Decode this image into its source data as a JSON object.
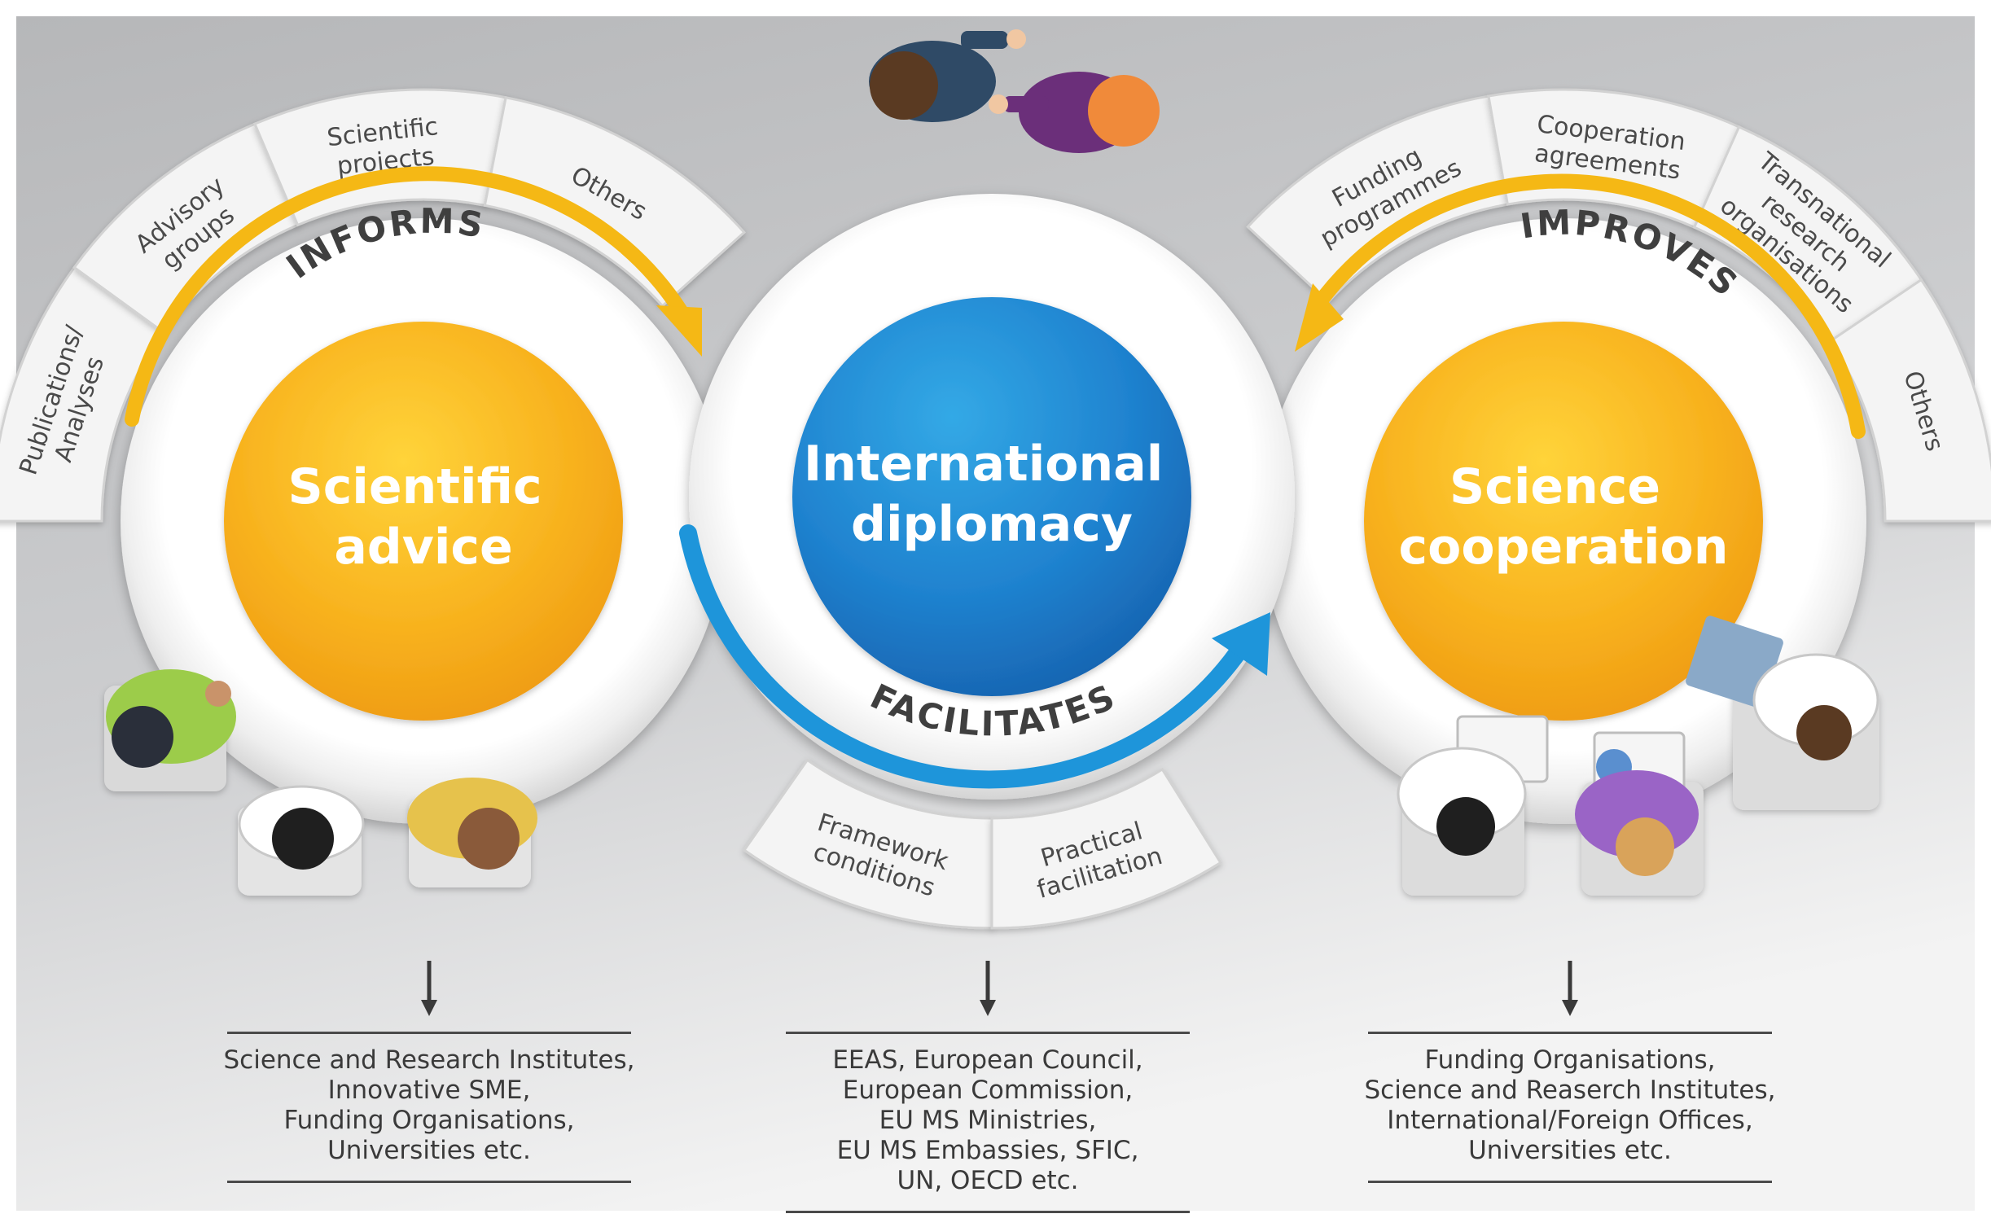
{
  "left_hub": {
    "title_lines": [
      "Scientific",
      "advice"
    ],
    "verb": "INFORMS",
    "sectors": [
      [
        "Publications/",
        "Analyses"
      ],
      [
        "Advisory",
        "groups"
      ],
      [
        "Scientific",
        "projects"
      ],
      [
        "Others"
      ]
    ]
  },
  "center_hub": {
    "title_lines": [
      "International",
      "diplomacy"
    ],
    "verb": "FACILITATES",
    "sectors": [
      [
        "Framework",
        "conditions"
      ],
      [
        "Practical",
        "facilitation"
      ]
    ]
  },
  "right_hub": {
    "title_lines": [
      "Science",
      "cooperation"
    ],
    "verb": "IMPROVES",
    "sectors": [
      [
        "Funding",
        "programmes"
      ],
      [
        "Cooperation",
        "agreements"
      ],
      [
        "Transnational",
        "research",
        "organisations"
      ],
      [
        "Others"
      ]
    ]
  },
  "actors": {
    "left": [
      "Science and Research Institutes,",
      "Innovative SME,",
      "Funding Organisations,",
      "Universities etc."
    ],
    "center": [
      "EEAS, European Council,",
      "European Commission,",
      "EU MS Ministries,",
      "EU MS Embassies, SFIC,",
      "UN, OECD etc."
    ],
    "right": [
      "Funding Organisations,",
      "Science and Reaserch Institutes,",
      "International/Foreign Offices,",
      "Universities etc."
    ]
  },
  "icons": {
    "people": [
      "handshake-people-icon",
      "meeting-people-icon",
      "working-people-icon"
    ],
    "arrows": [
      "down-arrow-icon"
    ]
  },
  "colors": {
    "orange": "#F6A91A",
    "orange_light": "#FFCC2E",
    "blue": "#1E7DCC",
    "blue_light": "#2FA6E4",
    "arrow_yellow": "#F5B815",
    "arrow_blue": "#1E95DA",
    "sector_fill": "#F4F4F4",
    "sector_text": "#4A4A4A",
    "verb_text": "#3F3F3F"
  }
}
